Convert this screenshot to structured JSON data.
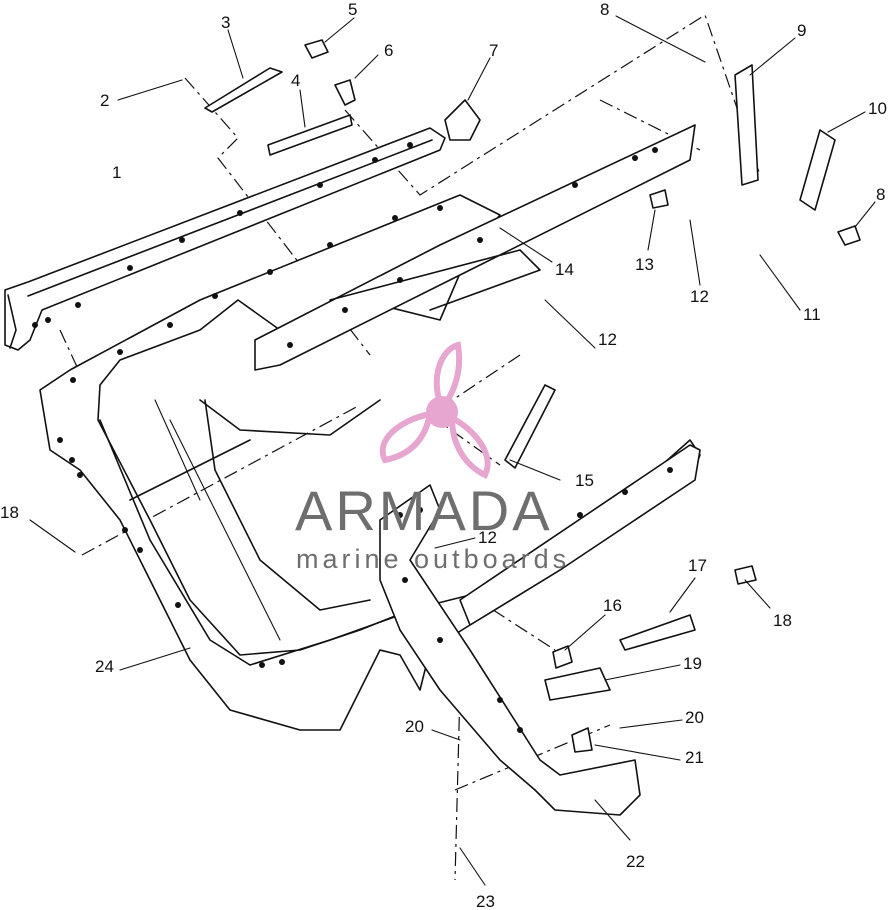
{
  "diagram": {
    "callouts": [
      {
        "label": "1"
      },
      {
        "label": "2"
      },
      {
        "label": "3"
      },
      {
        "label": "4"
      },
      {
        "label": "5"
      },
      {
        "label": "6"
      },
      {
        "label": "7"
      },
      {
        "label": "8"
      },
      {
        "label": "9"
      },
      {
        "label": "10"
      },
      {
        "label": "8"
      },
      {
        "label": "13"
      },
      {
        "label": "12"
      },
      {
        "label": "11"
      },
      {
        "label": "14"
      },
      {
        "label": "12"
      },
      {
        "label": "15"
      },
      {
        "label": "12"
      },
      {
        "label": "18"
      },
      {
        "label": "18"
      },
      {
        "label": "17"
      },
      {
        "label": "16"
      },
      {
        "label": "19"
      },
      {
        "label": "24"
      },
      {
        "label": "20"
      },
      {
        "label": "20"
      },
      {
        "label": "21"
      },
      {
        "label": "22"
      },
      {
        "label": "23"
      }
    ]
  },
  "watermark": {
    "brand": "ARMADA",
    "tagline": "marine outboards",
    "logo_color": "#e7a6cf",
    "text_color": "#6e6e6e"
  }
}
